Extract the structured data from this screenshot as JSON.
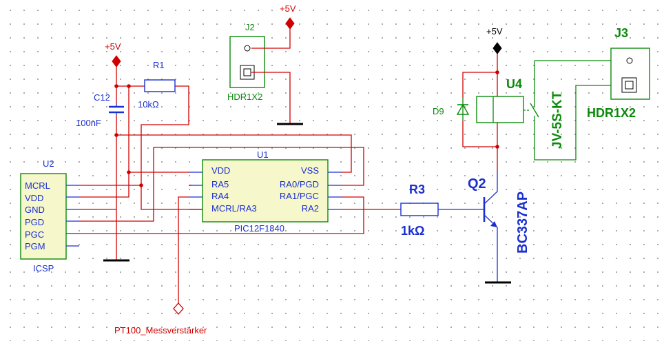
{
  "power": {
    "vcc_label": "+5V"
  },
  "icsp": {
    "ref": "U2",
    "name": "ICSP",
    "pins": [
      "MCRL",
      "VDD",
      "GND",
      "PGD",
      "PGC",
      "PGM"
    ]
  },
  "mcu": {
    "ref": "U1",
    "part": "PIC12F1840",
    "left_pins": [
      "VDD",
      "RA5",
      "RA4",
      "MCRL/RA3"
    ],
    "right_pins": [
      "VSS",
      "RA0/PGD",
      "RA1/PGC",
      "RA2"
    ]
  },
  "parts": {
    "r1": {
      "ref": "R1",
      "value": "10kΩ"
    },
    "c12": {
      "ref": "C12",
      "value": "100nF"
    },
    "r3": {
      "ref": "R3",
      "value": "1kΩ"
    },
    "q2": {
      "ref": "Q2",
      "part": "BC337AP"
    },
    "d9": {
      "ref": "D9"
    },
    "u4": {
      "ref": "U4",
      "part": "JV-5S-KT"
    }
  },
  "headers": {
    "j2": {
      "ref": "J2",
      "part": "HDR1X2"
    },
    "j3": {
      "ref": "J3",
      "part": "HDR1X2"
    }
  },
  "nets": {
    "pt100": "PT100_Messverstärker"
  },
  "colors": {
    "wire": "#d00000",
    "component_blue": "#1a2fd0",
    "component_green": "#0a8a0a",
    "package_fill": "#f7f7cc"
  }
}
